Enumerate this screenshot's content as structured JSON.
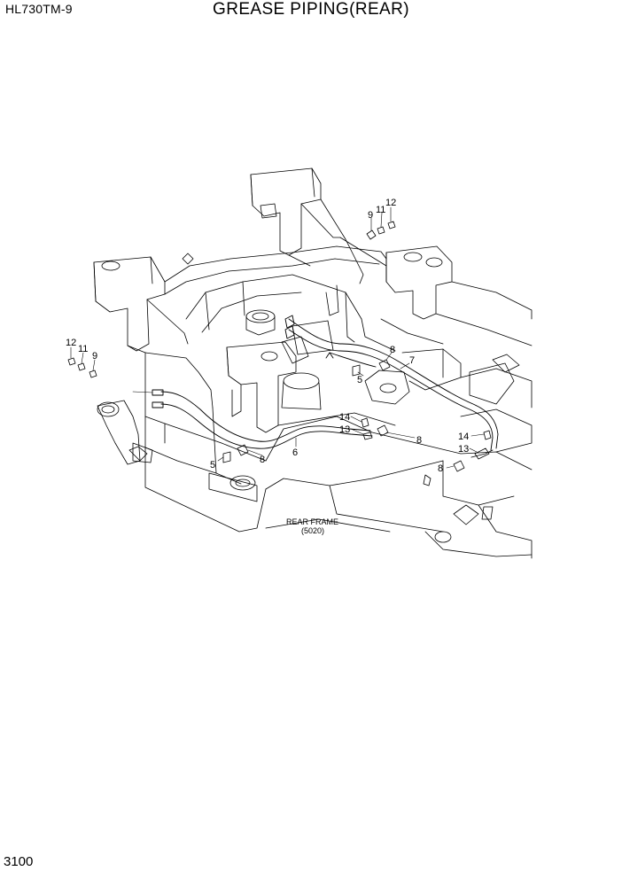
{
  "header": {
    "model": "HL730TM-9",
    "title": "GREASE PIPING(REAR)"
  },
  "footer": {
    "page_number": "3100"
  },
  "diagram": {
    "frame_label": "REAR FRAME",
    "frame_code": "(5020)",
    "callouts": {
      "c12_left": "12",
      "c11_left": "11",
      "c9_left": "9",
      "c9_top": "9",
      "c11_top": "11",
      "c12_top": "12",
      "c8_upper": "8",
      "c7": "7",
      "c5_upper": "5",
      "c14_mid": "14",
      "c13_mid": "13",
      "c8_mid": "8",
      "c6": "6",
      "c5_lower": "5",
      "c8_lower": "8",
      "c14_right": "14",
      "c13_right": "13",
      "c8_right": "8"
    }
  }
}
